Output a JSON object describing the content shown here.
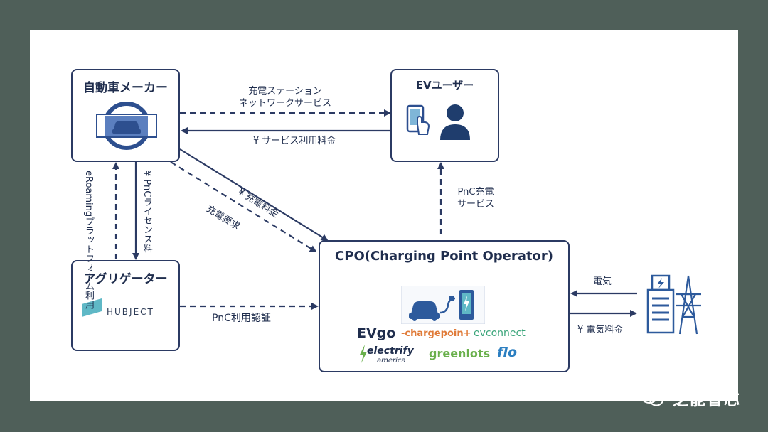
{
  "nodes": {
    "automaker": {
      "title": "自動車メーカー",
      "icon": "car-in-circle-icon"
    },
    "ev_user": {
      "title": "EVユーザー",
      "icons": [
        "smartphone-tap-icon",
        "person-icon"
      ]
    },
    "aggregator": {
      "title": "アグリゲーター",
      "logo": "HUBJECT"
    },
    "cpo": {
      "title": "CPO(Charging Point Operator)",
      "icon": "ev-charging-station-icon"
    },
    "grid": {
      "icons": [
        "power-building-icon",
        "transmission-tower-icon"
      ]
    }
  },
  "edges": {
    "automaker_to_user": {
      "line1": "充電ステーション",
      "line2": "ネットワークサービス"
    },
    "user_to_automaker": {
      "text": "¥ サービス利用料金"
    },
    "automaker_to_cpo_solid": {
      "text": "¥ 充電料金"
    },
    "automaker_to_cpo_dashed": {
      "text": "充電要求"
    },
    "cpo_to_user": {
      "line1": "PnC充電",
      "line2": "サービス"
    },
    "aggregator_to_automaker": {
      "text": "eRoamingプラットフォーム利用"
    },
    "automaker_to_aggregator": {
      "text": "¥ PnCライセンス料"
    },
    "aggregator_to_cpo": {
      "text": "PnC利用認証"
    },
    "grid_to_cpo": {
      "text": "電気"
    },
    "cpo_to_grid": {
      "text": "¥ 電気料金"
    }
  },
  "cpo_logos": {
    "evgo": "EVgo",
    "chargepoint": "-chargepoin+",
    "evconnect": "evconnect",
    "electrify": "electrify",
    "electrify_sub": "america",
    "greenlots": "greenlots",
    "flo": "flo"
  },
  "watermark": "芝能智芯",
  "colors": {
    "navy": "#1f2d4d",
    "line": "#2b3a63",
    "teal": "#3a9bb0",
    "green": "#6ab04c"
  }
}
